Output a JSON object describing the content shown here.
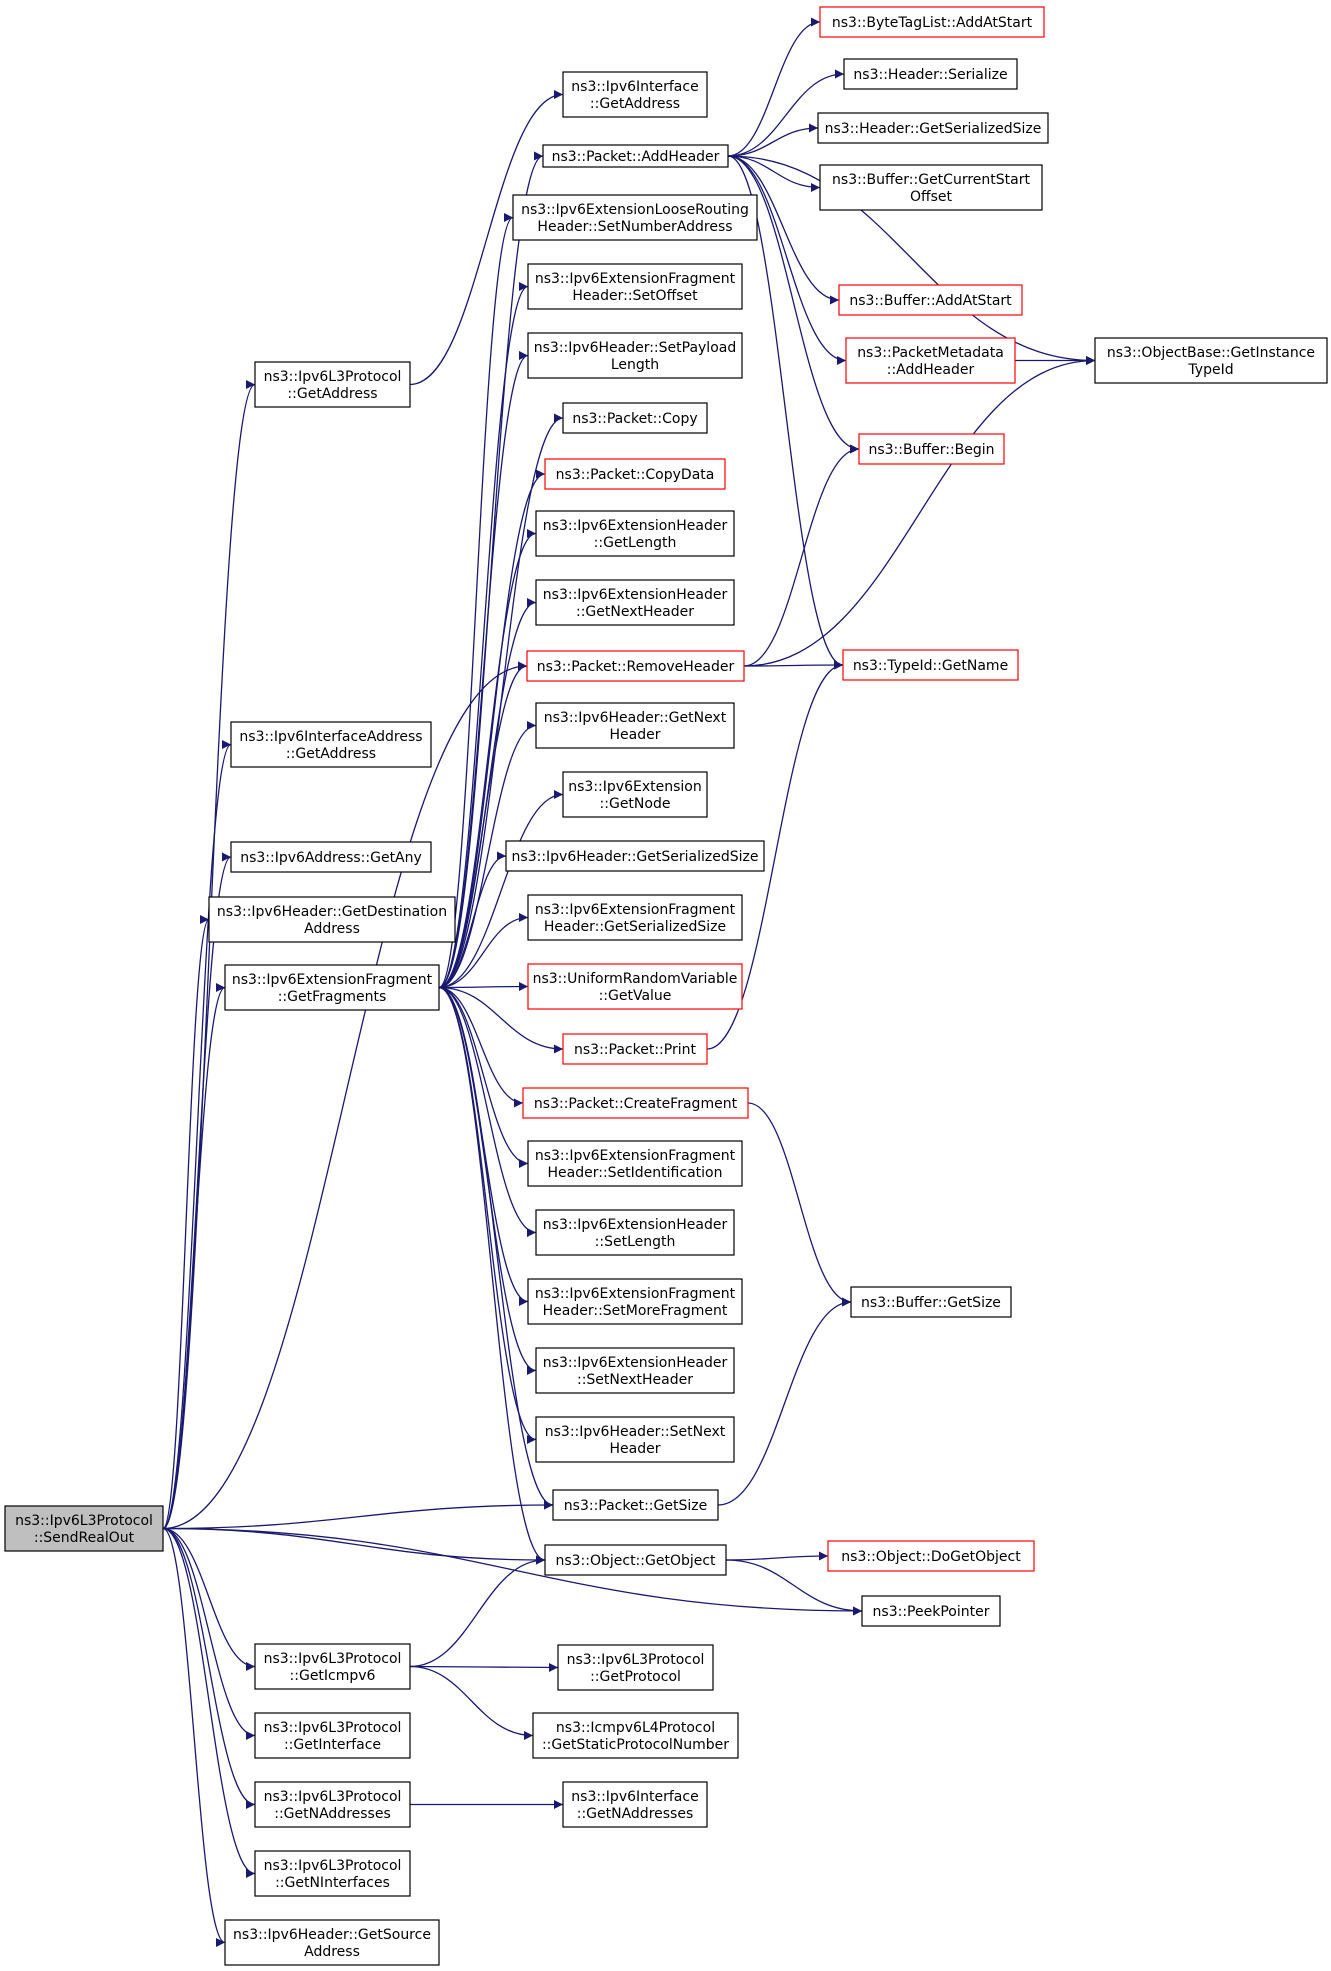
{
  "colors": {
    "edge": "#191970",
    "node_border": "#000000",
    "truncated_border": "#ff0000",
    "root_fill": "#bfbfbf"
  },
  "nodes": {
    "sendrealout": {
      "lines": [
        "ns3::Ipv6L3Protocol",
        "::SendRealOut"
      ],
      "style": "root"
    },
    "l3_getaddress": {
      "lines": [
        "ns3::Ipv6L3Protocol",
        "::GetAddress"
      ],
      "style": "normal"
    },
    "iface_getaddress": {
      "lines": [
        "ns3::Ipv6Interface",
        "::GetAddress"
      ],
      "style": "normal"
    },
    "ifaddr_getaddress": {
      "lines": [
        "ns3::Ipv6InterfaceAddress",
        "::GetAddress"
      ],
      "style": "normal"
    },
    "addr_getany": {
      "lines": [
        "ns3::Ipv6Address::GetAny"
      ],
      "style": "normal"
    },
    "hdr_getdestaddr": {
      "lines": [
        "ns3::Ipv6Header::GetDestination",
        "Address"
      ],
      "style": "normal"
    },
    "getfragments": {
      "lines": [
        "ns3::Ipv6ExtensionFragment",
        "::GetFragments"
      ],
      "style": "normal"
    },
    "l3_geticmpv6": {
      "lines": [
        "ns3::Ipv6L3Protocol",
        "::GetIcmpv6"
      ],
      "style": "normal"
    },
    "l3_getinterface": {
      "lines": [
        "ns3::Ipv6L3Protocol",
        "::GetInterface"
      ],
      "style": "normal"
    },
    "l3_getnaddresses": {
      "lines": [
        "ns3::Ipv6L3Protocol",
        "::GetNAddresses"
      ],
      "style": "normal"
    },
    "l3_getninterfaces": {
      "lines": [
        "ns3::Ipv6L3Protocol",
        "::GetNInterfaces"
      ],
      "style": "normal"
    },
    "hdr_getsourceaddr": {
      "lines": [
        "ns3::Ipv6Header::GetSource",
        "Address"
      ],
      "style": "normal"
    },
    "pkt_addheader": {
      "lines": [
        "ns3::Packet::AddHeader"
      ],
      "style": "normal"
    },
    "loose_setnumaddr": {
      "lines": [
        "ns3::Ipv6ExtensionLooseRouting",
        "Header::SetNumberAddress"
      ],
      "style": "normal"
    },
    "frag_setoffset": {
      "lines": [
        "ns3::Ipv6ExtensionFragment",
        "Header::SetOffset"
      ],
      "style": "normal"
    },
    "hdr_setpayloadlen": {
      "lines": [
        "ns3::Ipv6Header::SetPayload",
        "Length"
      ],
      "style": "normal"
    },
    "pkt_copy": {
      "lines": [
        "ns3::Packet::Copy"
      ],
      "style": "normal"
    },
    "pkt_copydata": {
      "lines": [
        "ns3::Packet::CopyData"
      ],
      "style": "red"
    },
    "exthdr_getlength": {
      "lines": [
        "ns3::Ipv6ExtensionHeader",
        "::GetLength"
      ],
      "style": "normal"
    },
    "exthdr_getnexthdr": {
      "lines": [
        "ns3::Ipv6ExtensionHeader",
        "::GetNextHeader"
      ],
      "style": "normal"
    },
    "pkt_removeheader": {
      "lines": [
        "ns3::Packet::RemoveHeader"
      ],
      "style": "red"
    },
    "hdr_getnexthdr": {
      "lines": [
        "ns3::Ipv6Header::GetNext",
        "Header"
      ],
      "style": "normal"
    },
    "ext_getnode": {
      "lines": [
        "ns3::Ipv6Extension",
        "::GetNode"
      ],
      "style": "normal"
    },
    "hdr_getsersize": {
      "lines": [
        "ns3::Ipv6Header::GetSerializedSize"
      ],
      "style": "normal"
    },
    "frag_getsersize": {
      "lines": [
        "ns3::Ipv6ExtensionFragment",
        "Header::GetSerializedSize"
      ],
      "style": "normal"
    },
    "urv_getvalue": {
      "lines": [
        "ns3::UniformRandomVariable",
        "::GetValue"
      ],
      "style": "red"
    },
    "pkt_print": {
      "lines": [
        "ns3::Packet::Print"
      ],
      "style": "red"
    },
    "pkt_createfragment": {
      "lines": [
        "ns3::Packet::CreateFragment"
      ],
      "style": "red"
    },
    "frag_setident": {
      "lines": [
        "ns3::Ipv6ExtensionFragment",
        "Header::SetIdentification"
      ],
      "style": "normal"
    },
    "exthdr_setlength": {
      "lines": [
        "ns3::Ipv6ExtensionHeader",
        "::SetLength"
      ],
      "style": "normal"
    },
    "frag_setmorefrag": {
      "lines": [
        "ns3::Ipv6ExtensionFragment",
        "Header::SetMoreFragment"
      ],
      "style": "normal"
    },
    "exthdr_setnexthdr": {
      "lines": [
        "ns3::Ipv6ExtensionHeader",
        "::SetNextHeader"
      ],
      "style": "normal"
    },
    "hdr_setnexthdr": {
      "lines": [
        "ns3::Ipv6Header::SetNext",
        "Header"
      ],
      "style": "normal"
    },
    "pkt_getsize": {
      "lines": [
        "ns3::Packet::GetSize"
      ],
      "style": "normal"
    },
    "obj_getobject": {
      "lines": [
        "ns3::Object::GetObject"
      ],
      "style": "normal"
    },
    "l3_getprotocol": {
      "lines": [
        "ns3::Ipv6L3Protocol",
        "::GetProtocol"
      ],
      "style": "normal"
    },
    "icmp_getstaticproto": {
      "lines": [
        "ns3::Icmpv6L4Protocol",
        "::GetStaticProtocolNumber"
      ],
      "style": "normal"
    },
    "iface_getnaddresses": {
      "lines": [
        "ns3::Ipv6Interface",
        "::GetNAddresses"
      ],
      "style": "normal"
    },
    "btl_addatstart": {
      "lines": [
        "ns3::ByteTagList::AddAtStart"
      ],
      "style": "red"
    },
    "header_serialize": {
      "lines": [
        "ns3::Header::Serialize"
      ],
      "style": "normal"
    },
    "header_getsersize": {
      "lines": [
        "ns3::Header::GetSerializedSize"
      ],
      "style": "normal"
    },
    "buf_getcurstartoff": {
      "lines": [
        "ns3::Buffer::GetCurrentStart",
        "Offset"
      ],
      "style": "normal"
    },
    "buf_addatstart": {
      "lines": [
        "ns3::Buffer::AddAtStart"
      ],
      "style": "red"
    },
    "pmd_addheader": {
      "lines": [
        "ns3::PacketMetadata",
        "::AddHeader"
      ],
      "style": "red"
    },
    "buf_begin": {
      "lines": [
        "ns3::Buffer::Begin"
      ],
      "style": "red"
    },
    "typeid_getname": {
      "lines": [
        "ns3::TypeId::GetName"
      ],
      "style": "red"
    },
    "objbase_getinsttypeid": {
      "lines": [
        "ns3::ObjectBase::GetInstance",
        "TypeId"
      ],
      "style": "normal"
    },
    "buf_getsize": {
      "lines": [
        "ns3::Buffer::GetSize"
      ],
      "style": "normal"
    },
    "obj_dogetobject": {
      "lines": [
        "ns3::Object::DoGetObject"
      ],
      "style": "red"
    },
    "peekpointer": {
      "lines": [
        "ns3::PeekPointer"
      ],
      "style": "normal"
    }
  },
  "edges": [
    [
      "sendrealout",
      "l3_getaddress"
    ],
    [
      "sendrealout",
      "ifaddr_getaddress"
    ],
    [
      "sendrealout",
      "addr_getany"
    ],
    [
      "sendrealout",
      "hdr_getdestaddr"
    ],
    [
      "sendrealout",
      "getfragments"
    ],
    [
      "sendrealout",
      "pkt_removeheader"
    ],
    [
      "sendrealout",
      "pkt_getsize"
    ],
    [
      "sendrealout",
      "obj_getobject"
    ],
    [
      "sendrealout",
      "peekpointer"
    ],
    [
      "sendrealout",
      "l3_geticmpv6"
    ],
    [
      "sendrealout",
      "l3_getinterface"
    ],
    [
      "sendrealout",
      "l3_getnaddresses"
    ],
    [
      "sendrealout",
      "l3_getninterfaces"
    ],
    [
      "sendrealout",
      "hdr_getsourceaddr"
    ],
    [
      "l3_getaddress",
      "iface_getaddress"
    ],
    [
      "getfragments",
      "pkt_addheader"
    ],
    [
      "getfragments",
      "loose_setnumaddr"
    ],
    [
      "getfragments",
      "frag_setoffset"
    ],
    [
      "getfragments",
      "hdr_setpayloadlen"
    ],
    [
      "getfragments",
      "pkt_copy"
    ],
    [
      "getfragments",
      "pkt_copydata"
    ],
    [
      "getfragments",
      "exthdr_getlength"
    ],
    [
      "getfragments",
      "exthdr_getnexthdr"
    ],
    [
      "getfragments",
      "pkt_removeheader"
    ],
    [
      "getfragments",
      "hdr_getnexthdr"
    ],
    [
      "getfragments",
      "ext_getnode"
    ],
    [
      "getfragments",
      "hdr_getsersize"
    ],
    [
      "getfragments",
      "frag_getsersize"
    ],
    [
      "getfragments",
      "urv_getvalue"
    ],
    [
      "getfragments",
      "pkt_print"
    ],
    [
      "getfragments",
      "pkt_createfragment"
    ],
    [
      "getfragments",
      "frag_setident"
    ],
    [
      "getfragments",
      "exthdr_setlength"
    ],
    [
      "getfragments",
      "frag_setmorefrag"
    ],
    [
      "getfragments",
      "exthdr_setnexthdr"
    ],
    [
      "getfragments",
      "hdr_setnexthdr"
    ],
    [
      "getfragments",
      "pkt_getsize"
    ],
    [
      "getfragments",
      "obj_getobject"
    ],
    [
      "pkt_addheader",
      "btl_addatstart"
    ],
    [
      "pkt_addheader",
      "header_serialize"
    ],
    [
      "pkt_addheader",
      "header_getsersize"
    ],
    [
      "pkt_addheader",
      "buf_getcurstartoff"
    ],
    [
      "pkt_addheader",
      "buf_addatstart"
    ],
    [
      "pkt_addheader",
      "pmd_addheader"
    ],
    [
      "pkt_addheader",
      "buf_begin"
    ],
    [
      "pkt_addheader",
      "typeid_getname"
    ],
    [
      "pkt_addheader",
      "objbase_getinsttypeid"
    ],
    [
      "pmd_addheader",
      "objbase_getinsttypeid"
    ],
    [
      "pkt_removeheader",
      "buf_begin"
    ],
    [
      "pkt_removeheader",
      "typeid_getname"
    ],
    [
      "pkt_removeheader",
      "objbase_getinsttypeid"
    ],
    [
      "pkt_print",
      "typeid_getname"
    ],
    [
      "pkt_createfragment",
      "buf_getsize"
    ],
    [
      "pkt_getsize",
      "buf_getsize"
    ],
    [
      "obj_getobject",
      "obj_dogetobject"
    ],
    [
      "obj_getobject",
      "peekpointer"
    ],
    [
      "l3_geticmpv6",
      "obj_getobject"
    ],
    [
      "l3_geticmpv6",
      "l3_getprotocol"
    ],
    [
      "l3_geticmpv6",
      "icmp_getstaticproto"
    ],
    [
      "l3_getnaddresses",
      "iface_getnaddresses"
    ]
  ]
}
